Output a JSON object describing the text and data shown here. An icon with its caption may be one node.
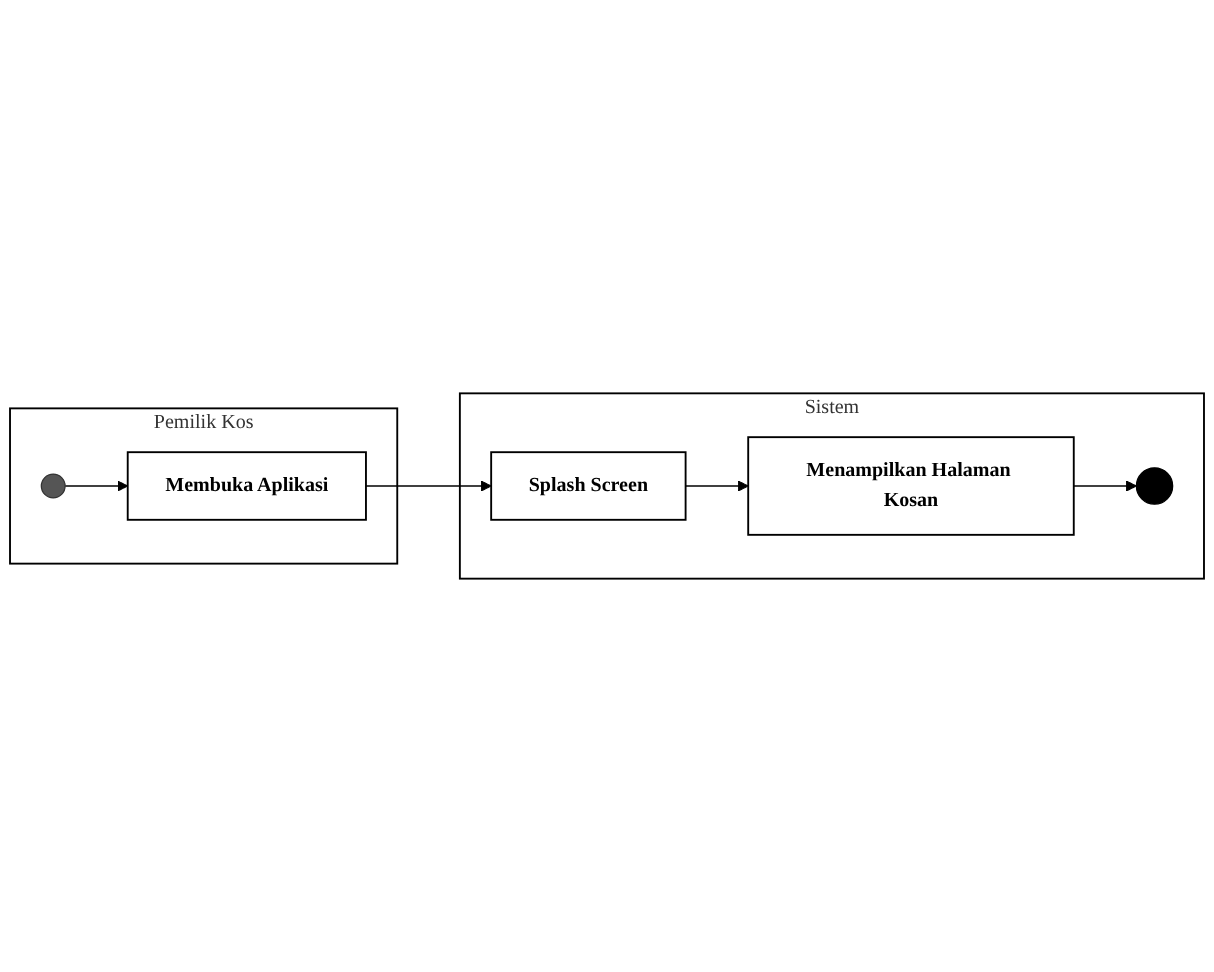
{
  "diagram": {
    "nodes": [
      {
        "text": [
          "Pemilik Kos"
        ]
      },
      {
        "text": [
          "Sistem"
        ]
      },
      {
        "text": [],
        "shape": "circle",
        "in": 0
      },
      {
        "text": [
          "Membuka Aplikasi"
        ],
        "in": 0
      },
      {
        "text": [
          "Splash Screen"
        ],
        "in": 1
      },
      {
        "text": [
          "Menampilkan Halaman Kosan"
        ],
        "in": 1
      },
      {
        "text": [],
        "shape": "circle",
        "in": 1
      }
    ],
    "edges": [
      {
        "from": 2,
        "to": 3,
        "arrow": "to"
      },
      {
        "from": 3,
        "to": 4,
        "arrow": "to"
      },
      {
        "from": 4,
        "to": 5,
        "arrow": "to"
      },
      {
        "from": 5,
        "to": 6,
        "arrow": "to"
      }
    ]
  }
}
